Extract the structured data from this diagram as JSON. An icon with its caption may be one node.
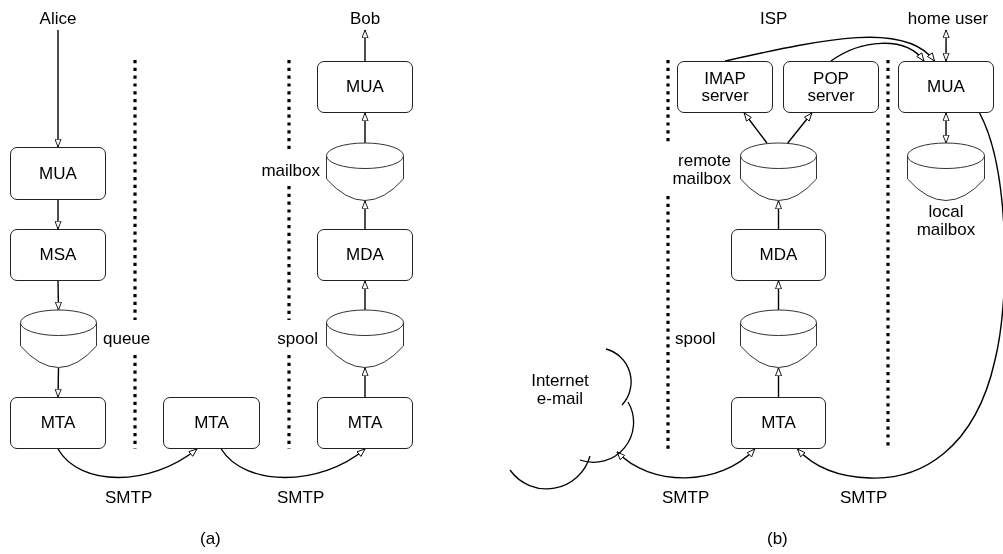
{
  "diagram": {
    "nodes": [
      {
        "text": [
          "Alice"
        ]
      },
      {
        "text": [
          "MUA"
        ]
      },
      {
        "text": [
          "MSA"
        ]
      },
      {
        "text": [],
        "shape": "cylinder",
        "beside": [
          "queue"
        ]
      },
      {
        "text": [
          "MTA"
        ]
      },
      {
        "text": [
          "MTA"
        ]
      },
      {
        "text": [
          "MTA"
        ]
      },
      {
        "text": [],
        "shape": "cylinder",
        "beside": [
          "spool"
        ]
      },
      {
        "text": [
          "MDA"
        ]
      },
      {
        "text": [],
        "shape": "cylinder",
        "beside": [
          "mailbox"
        ]
      },
      {
        "text": [
          "MUA"
        ]
      },
      {
        "text": [
          "Bob"
        ]
      },
      {
        "text": [
          "Internet e-mail"
        ]
      },
      {
        "text": [
          "IMAP server"
        ]
      },
      {
        "text": [
          "POP server"
        ]
      },
      {
        "text": [],
        "shape": "cylinder",
        "beside": [
          "remote mailbox"
        ]
      },
      {
        "text": [
          "MDA"
        ]
      },
      {
        "text": [],
        "shape": "cylinder",
        "beside": [
          "spool"
        ]
      },
      {
        "text": [
          "MTA"
        ]
      },
      {
        "text": [
          "home user"
        ]
      },
      {
        "text": [
          "MUA"
        ]
      },
      {
        "text": [],
        "shape": "cylinder",
        "beside": [
          "local mailbox"
        ]
      }
    ],
    "edges": [
      {
        "from": 0,
        "to": 1,
        "arrow": "to"
      },
      {
        "from": 1,
        "to": 2,
        "arrow": "to"
      },
      {
        "from": 2,
        "to": 3,
        "arrow": "to"
      },
      {
        "from": 3,
        "to": 4,
        "arrow": "to"
      },
      {
        "from": 4,
        "to": 5,
        "arrow": "to",
        "label": "SMTP"
      },
      {
        "from": 5,
        "to": 6,
        "arrow": "to",
        "label": "SMTP"
      },
      {
        "from": 6,
        "to": 7,
        "arrow": "to"
      },
      {
        "from": 7,
        "to": 8,
        "arrow": "to"
      },
      {
        "from": 8,
        "to": 9,
        "arrow": "to"
      },
      {
        "from": 9,
        "to": 10,
        "arrow": "to"
      },
      {
        "from": 10,
        "to": 11,
        "arrow": "to"
      },
      {
        "from": 18,
        "to": 17,
        "arrow": "to"
      },
      {
        "from": 17,
        "to": 16,
        "arrow": "to"
      },
      {
        "from": 16,
        "to": 15,
        "arrow": "to"
      },
      {
        "from": 15,
        "to": 13,
        "arrow": "to"
      },
      {
        "from": 15,
        "to": 14,
        "arrow": "to"
      },
      {
        "from": 13,
        "to": 20,
        "arrow": "to"
      },
      {
        "from": 14,
        "to": 20,
        "arrow": "to"
      },
      {
        "from": 19,
        "to": 20,
        "arrow": "both"
      },
      {
        "from": 20,
        "to": 21,
        "arrow": "both"
      },
      {
        "from": 12,
        "to": 18,
        "arrow": "both",
        "label": "SMTP"
      },
      {
        "from": 20,
        "to": 18,
        "arrow": "to",
        "label": "SMTP"
      }
    ],
    "labels": [
      "ISP",
      "(a)",
      "(b)"
    ]
  }
}
